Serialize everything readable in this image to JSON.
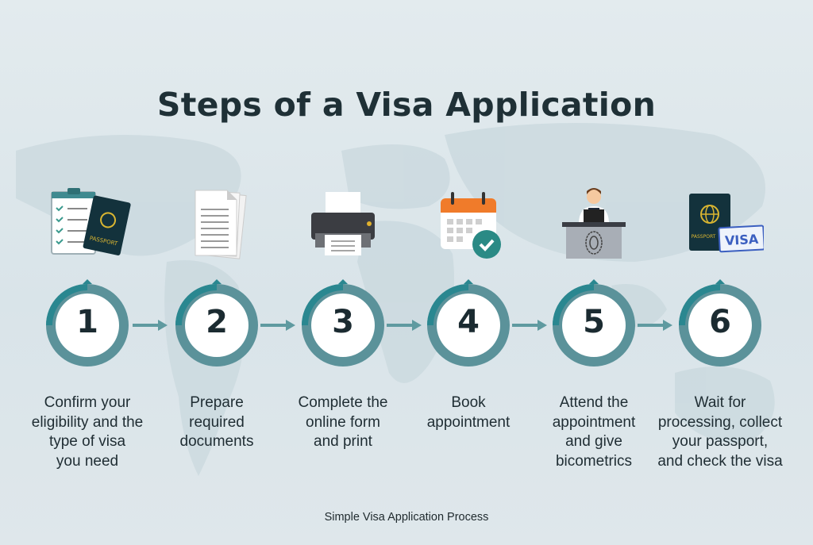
{
  "title": "Steps of a Visa Application",
  "caption": "Simple Visa Application Process",
  "colors": {
    "ring": "#5b929a",
    "ring_accent": "#2a8790",
    "arrow": "#5f9aa0",
    "text": "#1f2d33",
    "background": "#dde6ea"
  },
  "steps": [
    {
      "number": "1",
      "label": "Confirm your\neligibility and the\ntype of visa\nyou need",
      "icon": "clipboard-passport-icon",
      "icon_text": "PASSPORT"
    },
    {
      "number": "2",
      "label": "Prepare\nrequired\ndocuments",
      "icon": "documents-icon"
    },
    {
      "number": "3",
      "label": "Complete the\nonline form\nand print",
      "icon": "printer-icon"
    },
    {
      "number": "4",
      "label": "Book\nappointment",
      "icon": "calendar-check-icon"
    },
    {
      "number": "5",
      "label": "Attend the\nappointment\nand give\nbicometrics",
      "icon": "biometrics-desk-icon"
    },
    {
      "number": "6",
      "label": "Wait for\nprocessing, collect\nyour passport,\nand check the visa",
      "icon": "passport-visa-icon",
      "icon_text": "PASSPORT",
      "stamp_text": "VISA"
    }
  ]
}
